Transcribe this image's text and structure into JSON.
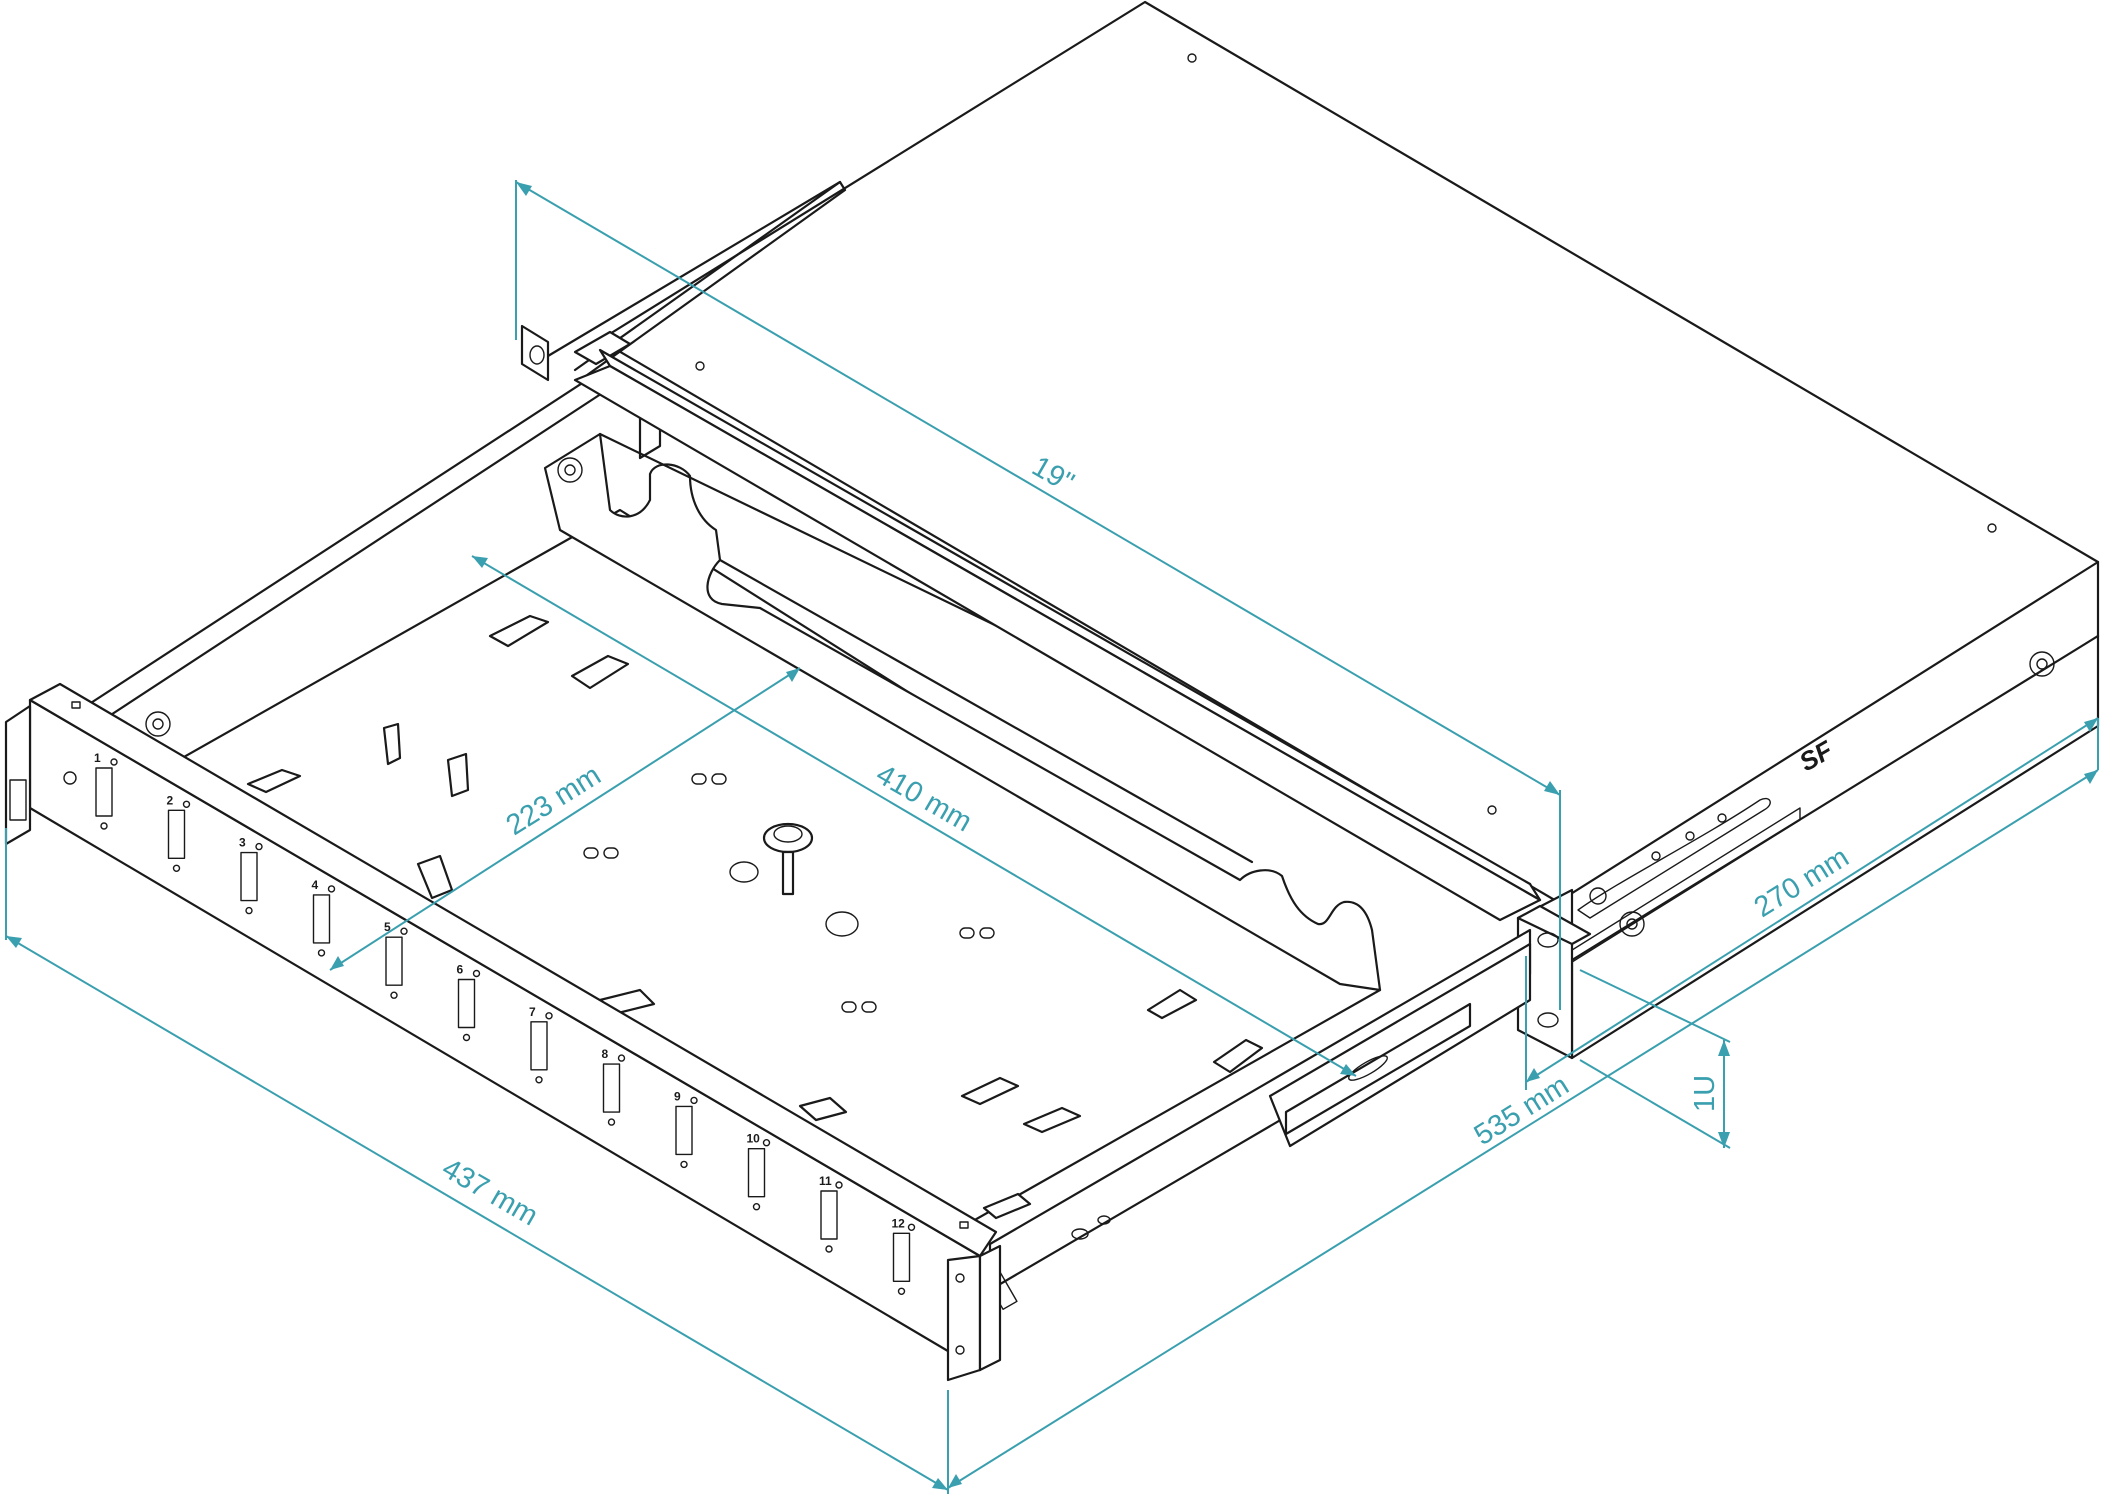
{
  "dimensions": {
    "rack_width": "19\"",
    "tray_depth": "410 mm",
    "tray_width": "223 mm",
    "front_width": "437 mm",
    "total_depth": "535 mm",
    "side_depth": "270 mm",
    "height": "1U"
  },
  "ports": [
    "1",
    "2",
    "3",
    "4",
    "5",
    "6",
    "7",
    "8",
    "9",
    "10",
    "11",
    "12"
  ],
  "logo_text": "SF",
  "colors": {
    "line": "#1a1a1a",
    "dimension": "#3a9fae",
    "background": "#ffffff"
  }
}
